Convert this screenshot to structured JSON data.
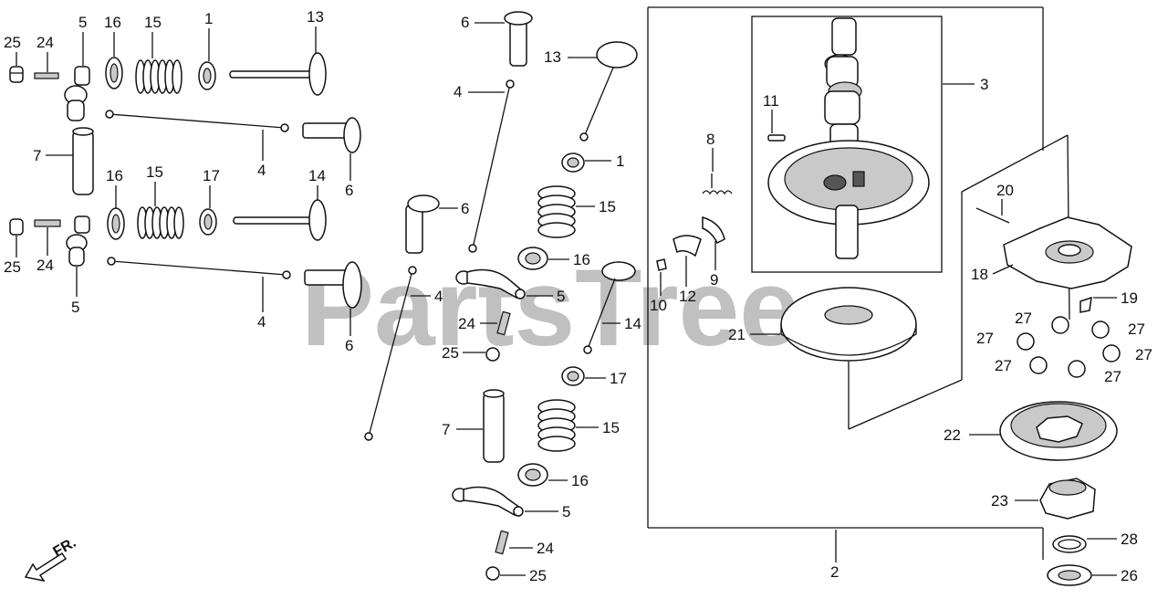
{
  "watermark": "PartsTree",
  "direction_label": "FR.",
  "callouts": {
    "c1": "1",
    "c2": "2",
    "c3": "3",
    "c4": "4",
    "c5": "5",
    "c6": "6",
    "c7": "7",
    "c8": "8",
    "c9": "9",
    "c10": "10",
    "c11": "11",
    "c12": "12",
    "c13": "13",
    "c14": "14",
    "c15": "15",
    "c16": "16",
    "c17": "17",
    "c18": "18",
    "c19": "19",
    "c20": "20",
    "c21": "21",
    "c22": "22",
    "c23": "23",
    "c24": "24",
    "c25": "25",
    "c26": "26",
    "c27": "27",
    "c28": "28"
  }
}
